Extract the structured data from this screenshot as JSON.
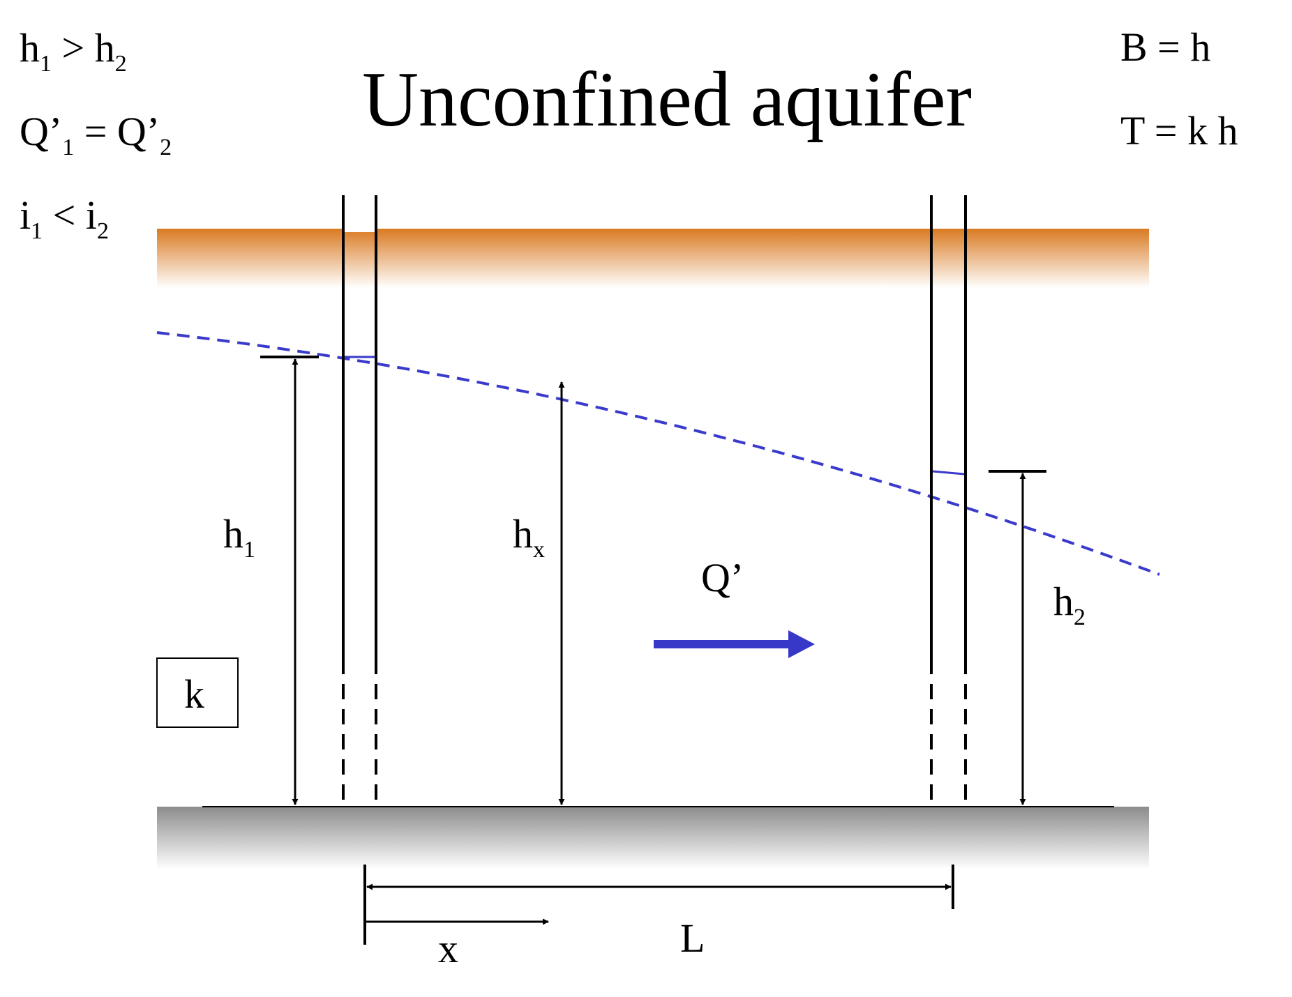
{
  "title": "Unconfined aquifer",
  "left_conditions": [
    {
      "main": "h",
      "sub": "1",
      "op": " > ",
      "main2": "h",
      "sub2": "2"
    },
    {
      "main": "Q’",
      "sub": "1",
      "op": " = ",
      "main2": "Q’",
      "sub2": "2"
    },
    {
      "main": "i",
      "sub": "1",
      "op": " < ",
      "main2": "i",
      "sub2": "2"
    }
  ],
  "right_relations": [
    "B = h",
    "T = k h"
  ],
  "labels": {
    "h1": {
      "main": "h",
      "sub": "1"
    },
    "hx": {
      "main": "h",
      "sub": "x"
    },
    "h2": {
      "main": "h",
      "sub": "2"
    },
    "flow": "Q’",
    "conductivity": "k",
    "x": "x",
    "L": "L"
  },
  "colors": {
    "ground_surface": "#d97a22",
    "bedrock": "#8c8c8c",
    "water_table": "#3a3acc",
    "flow_arrow": "#3838c8",
    "lines": "#000000"
  }
}
